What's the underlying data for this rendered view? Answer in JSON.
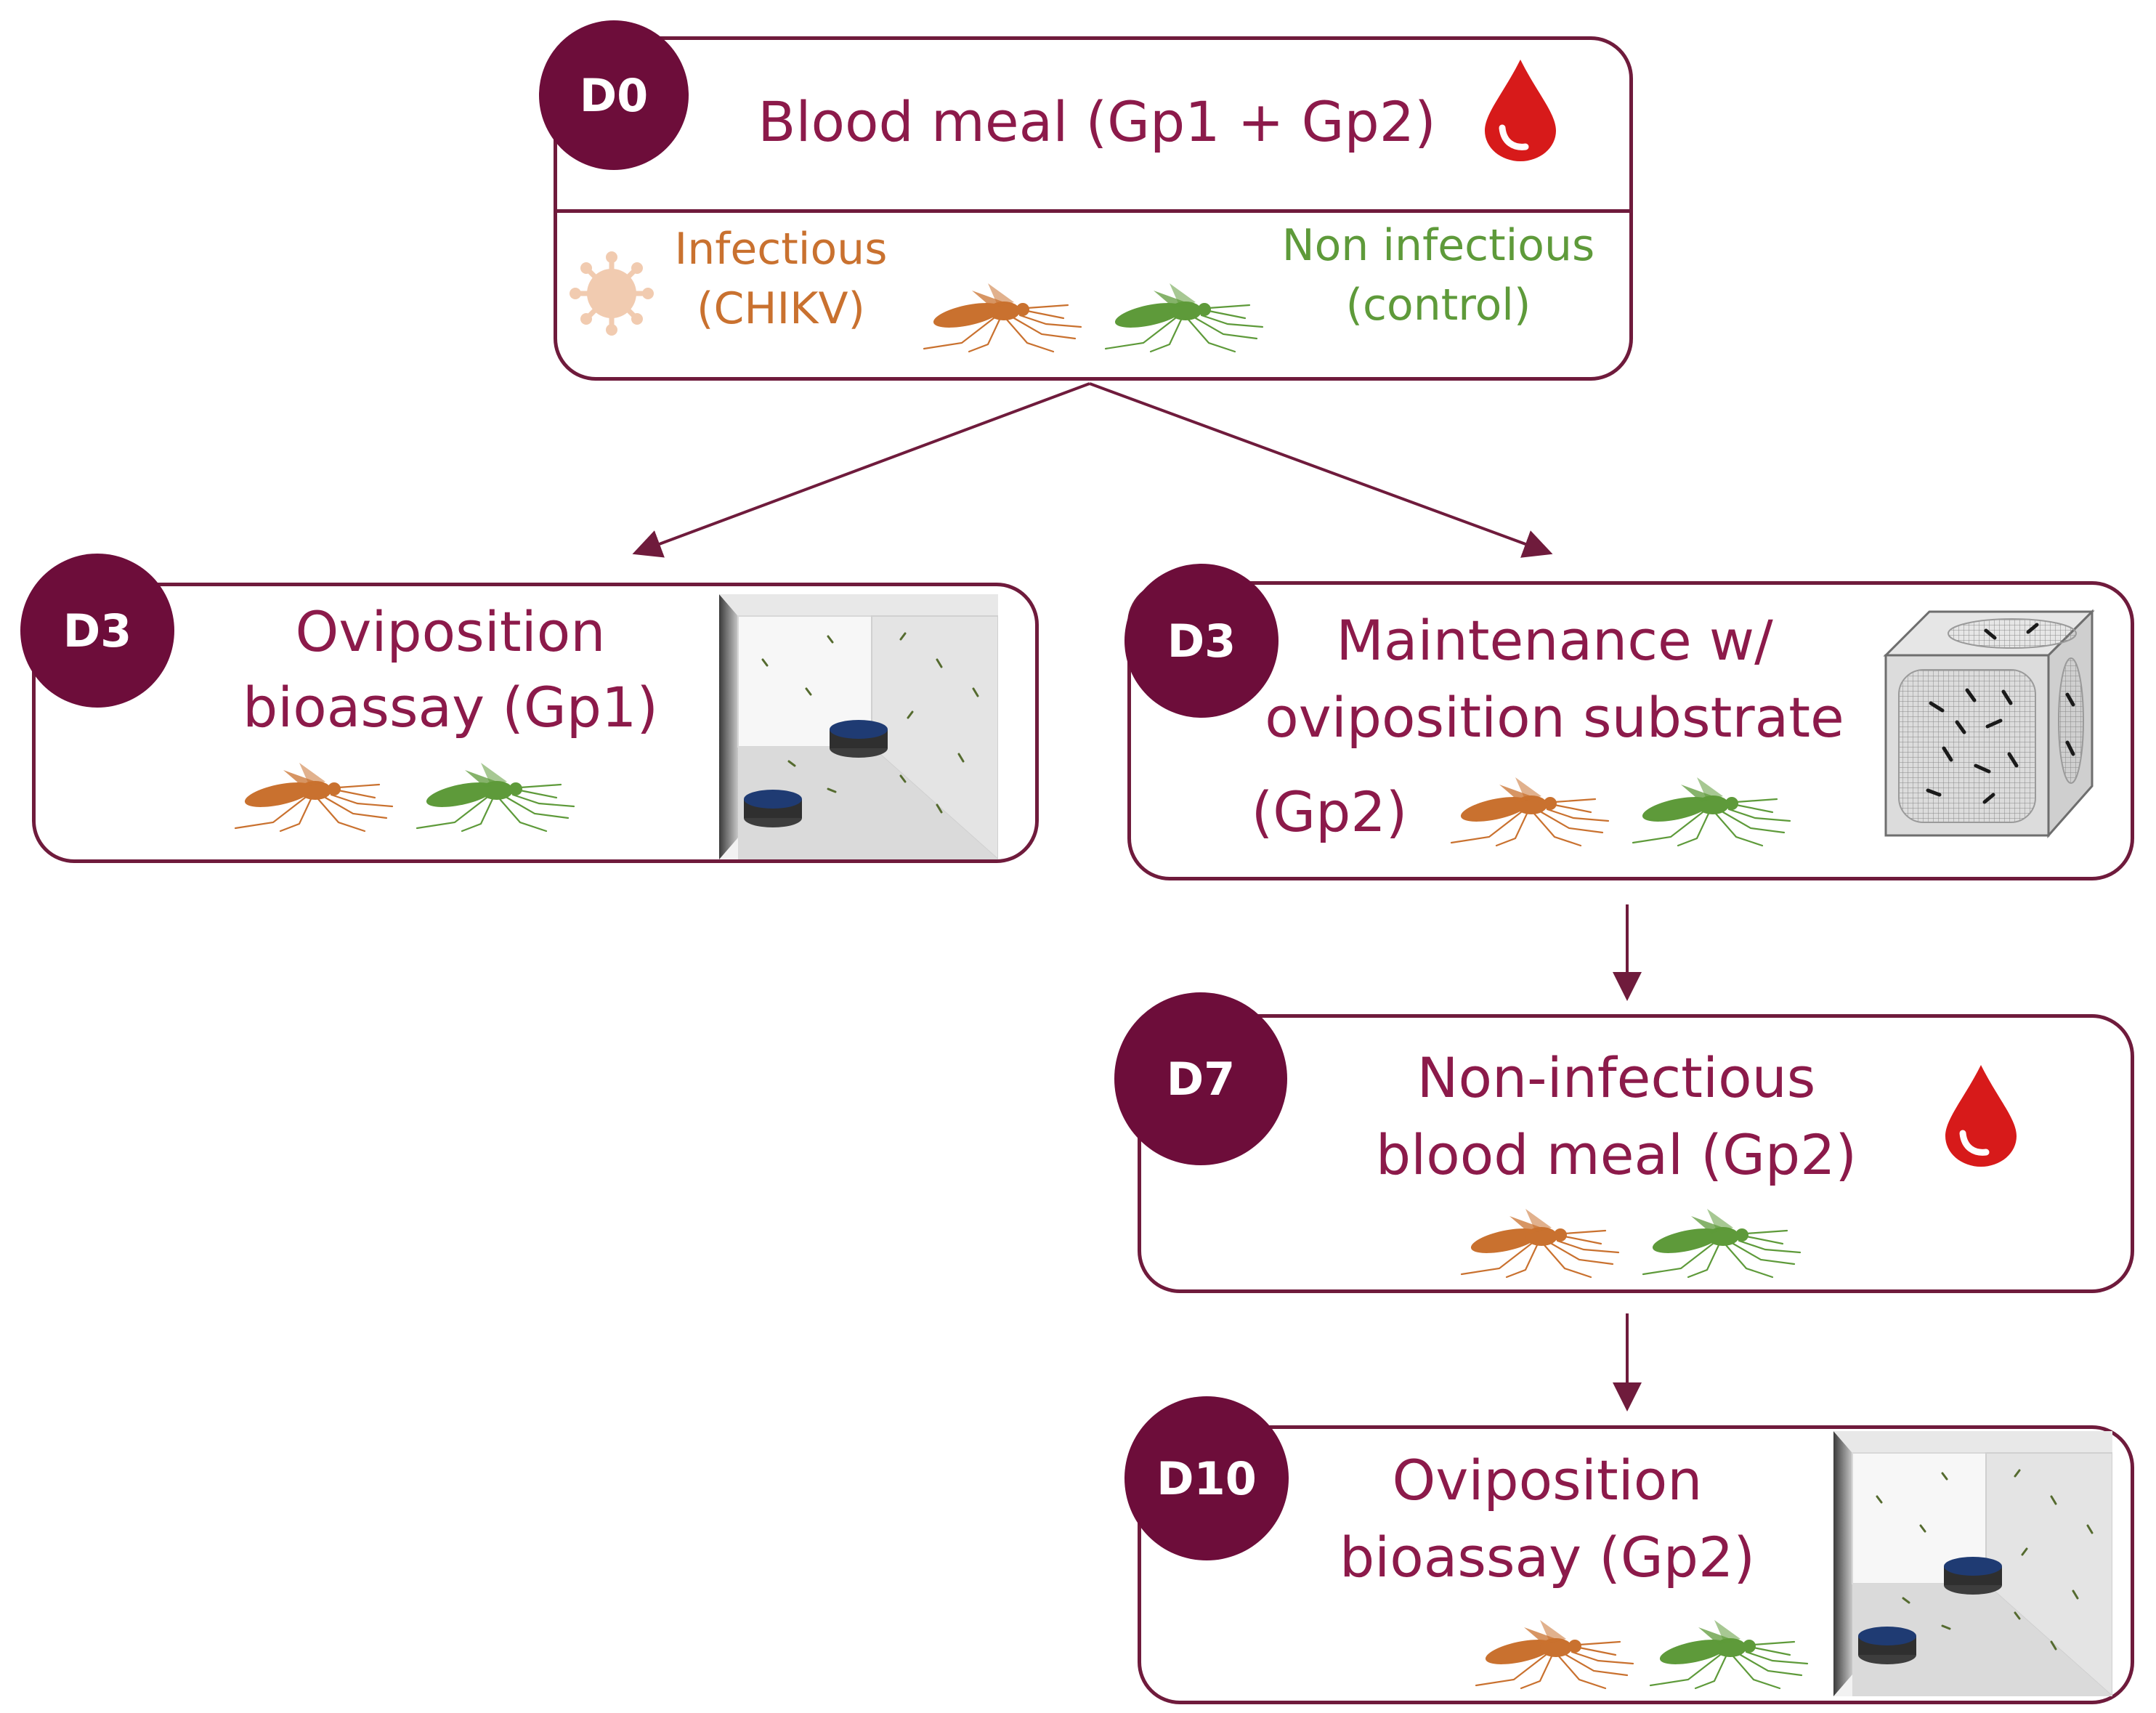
{
  "colors": {
    "maroon": "#6d0d3a",
    "title_text": "#8c1a4a",
    "infectious": "#c9712f",
    "non_infectious": "#5e9a3a",
    "blood": "#d71a1a"
  },
  "icons": [
    "blood-drop-icon",
    "virus-icon",
    "mosquito-icon",
    "cage-icon",
    "mesh-cage-icon"
  ],
  "d0": {
    "badge": "D0",
    "title": "Blood meal (Gp1 + Gp2)",
    "infectious_line1": "Infectious",
    "infectious_line2": "(CHIKV)",
    "control_line1": "Non infectious",
    "control_line2": "(control)"
  },
  "d3_left": {
    "badge": "D3",
    "line1": "Oviposition",
    "line2": "bioassay (Gp1)"
  },
  "d3_right": {
    "badge": "D3",
    "line1": "Maintenance w/",
    "line2": "oviposition substrate",
    "line3": "(Gp2)"
  },
  "d7": {
    "badge": "D7",
    "line1": "Non-infectious",
    "line2": "blood meal (Gp2)"
  },
  "d10": {
    "badge": "D10",
    "line1": "Oviposition",
    "line2": "bioassay (Gp2)"
  }
}
